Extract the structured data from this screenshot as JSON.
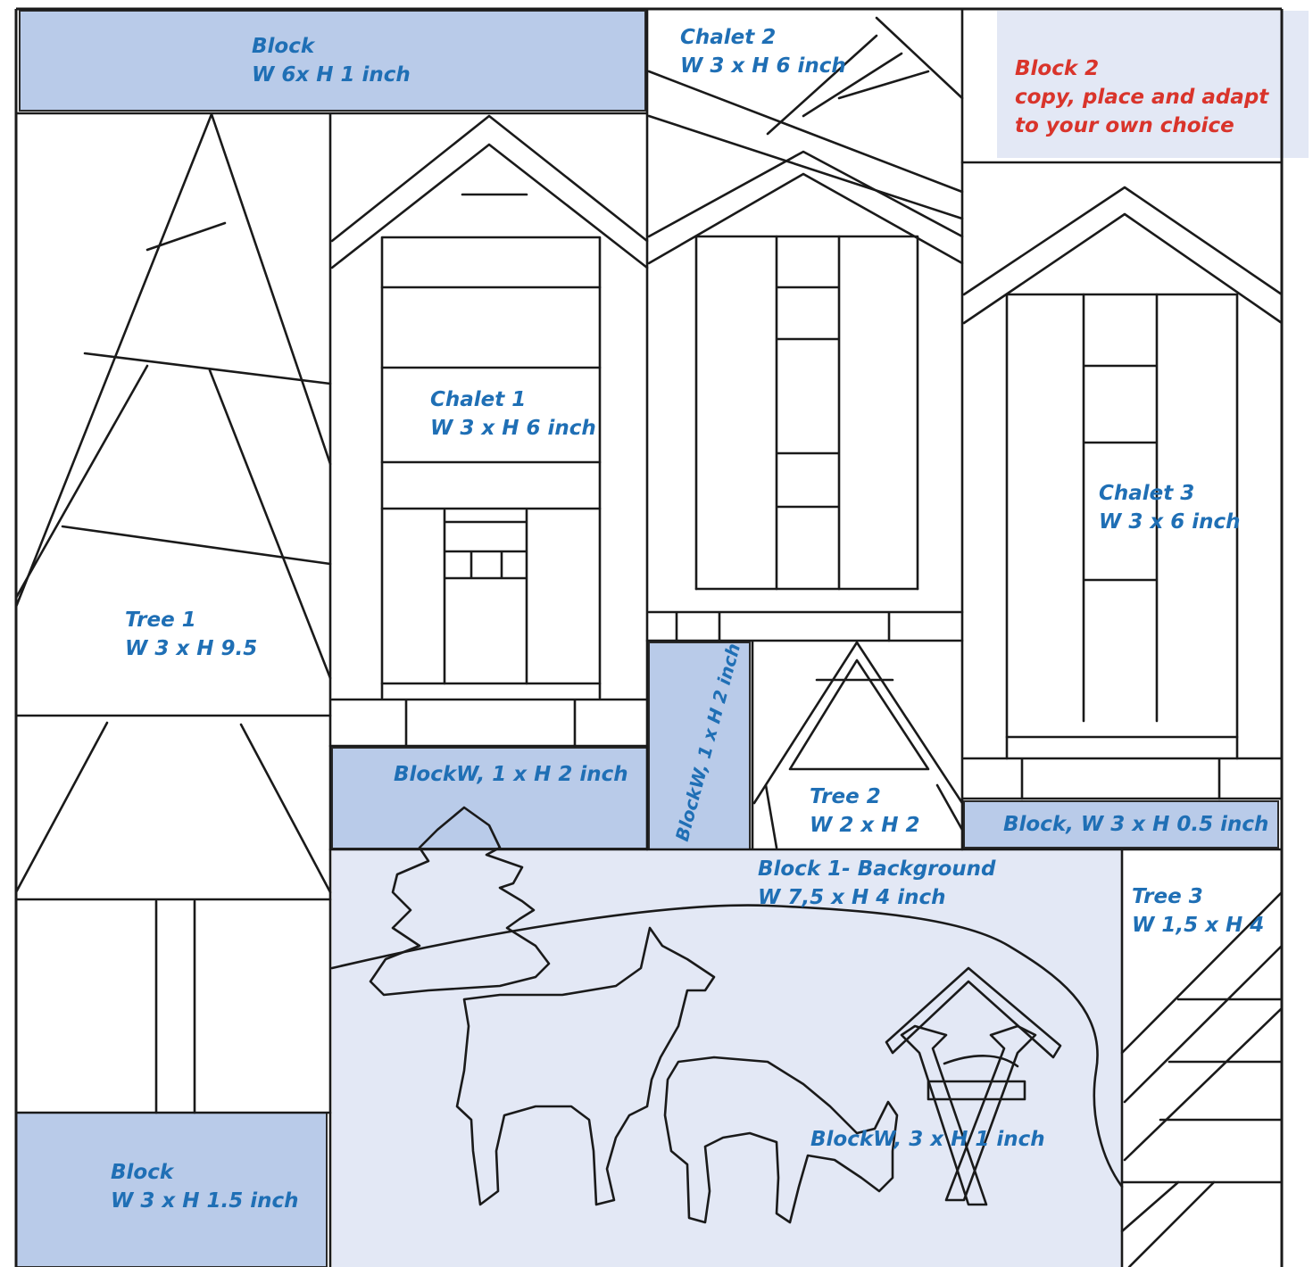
{
  "labels": {
    "block_top": {
      "title": "Block",
      "size": "W 6x H 1 inch"
    },
    "chalet2": {
      "title": "Chalet 2",
      "size": "W 3 x H 6 inch"
    },
    "block2": {
      "l1": "Block 2",
      "l2": "copy, place and adapt",
      "l3": "to your own choice"
    },
    "chalet1": {
      "title": "Chalet 1",
      "size": "W 3 x H 6 inch"
    },
    "chalet3": {
      "title": "Chalet 3",
      "size": "W 3 x 6 inch"
    },
    "tree1": {
      "title": "Tree 1",
      "size": "W 3 x H 9.5"
    },
    "block_w1": {
      "text": "BlockW,  1 x H 2 inch"
    },
    "block_w1_vertical": {
      "text": "BlockW,  1 x H 2 inch"
    },
    "tree2": {
      "title": "Tree 2",
      "size": "W 2 x H 2"
    },
    "block_half": {
      "text": "Block,  W 3 x H 0.5 inch"
    },
    "block1_background": {
      "title": "Block 1- Background",
      "size": "W 7,5 x H 4 inch"
    },
    "tree3": {
      "title": "Tree 3",
      "size": "W 1,5 x H 4"
    },
    "block_bottom_left": {
      "title": "Block",
      "size": "W 3 x H 1.5 inch"
    },
    "block_w3": {
      "text": "BlockW,  3 x H 1 inch"
    }
  },
  "colors": {
    "label_blue": "#1f6fb5",
    "label_red": "#d9342b",
    "shaded_block": "#b9cbe9",
    "background_block": "#e3e8f5",
    "outline": "#1a1a1a"
  }
}
